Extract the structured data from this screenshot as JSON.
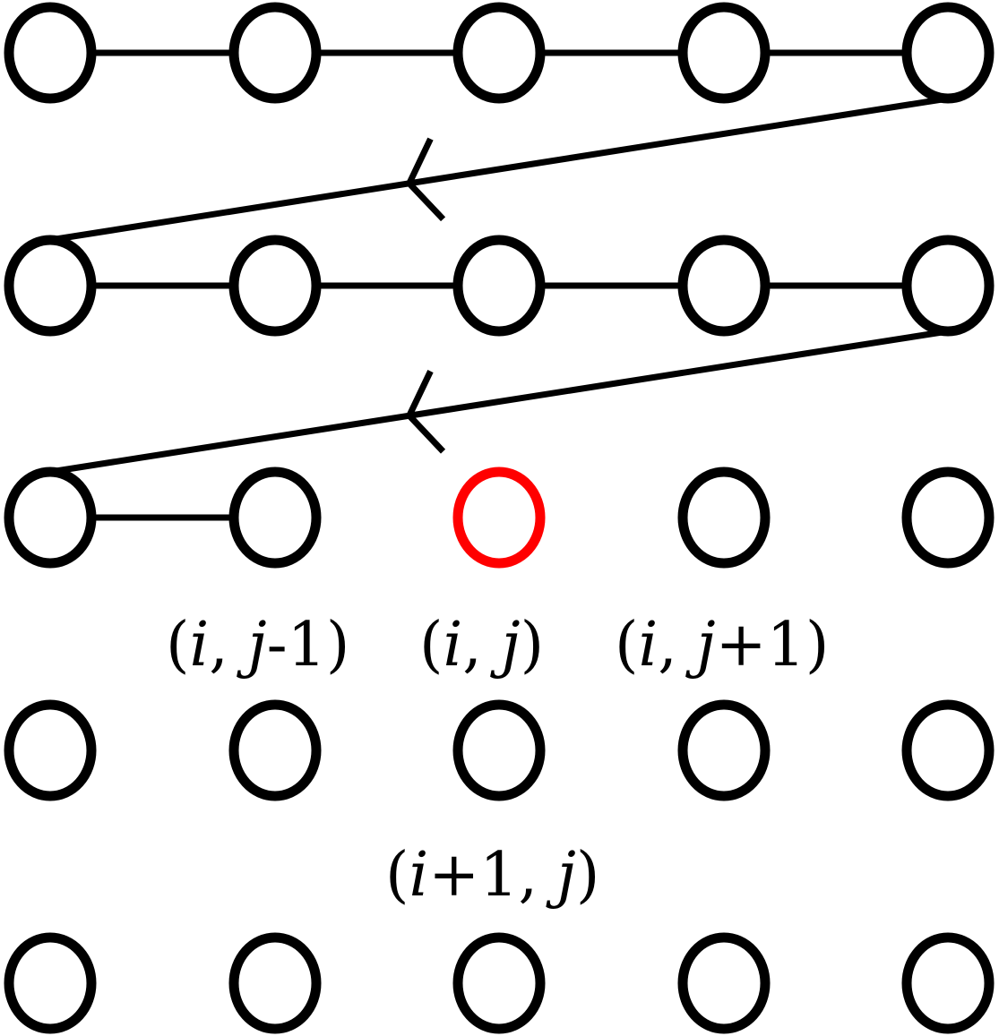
{
  "grid": {
    "rows": 5,
    "cols": 5,
    "current_node": {
      "row": 2,
      "col": 2
    },
    "visited_in_row": [
      5,
      5,
      2,
      0,
      0
    ]
  },
  "colors": {
    "node_stroke": "#000000",
    "current_node_stroke": "#ff0000",
    "background": "#ffffff"
  },
  "labels": {
    "left_neighbor": {
      "open": "(",
      "i": "i",
      "sep": ", ",
      "j": "j",
      "suffix": "-1",
      "close": ")"
    },
    "current": {
      "open": "(",
      "i": "i",
      "sep": ", ",
      "j": "j",
      "suffix": "",
      "close": ")"
    },
    "right_neighbor": {
      "open": "(",
      "i": "i",
      "sep": ", ",
      "j": "j",
      "suffix": "+1",
      "close": ")"
    },
    "below_neighbor": {
      "open": "(",
      "i": "i",
      "isuffix": "+1",
      "sep": ", ",
      "j": "j",
      "close": ")"
    }
  }
}
